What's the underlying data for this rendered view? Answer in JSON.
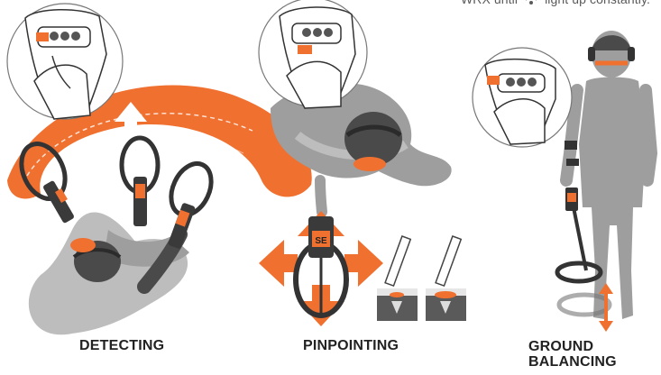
{
  "note": {
    "before_icon": "WRX until",
    "after_icon": "light up constantly."
  },
  "captions": {
    "detecting": "DETECTING",
    "pinpointing": "PINPOINTING",
    "ground_balancing_line1": "GROUND",
    "ground_balancing_line2": "BALANCING"
  },
  "device_readouts": {
    "pinpoint_display": "SE"
  },
  "colors": {
    "accent": "#f07030",
    "body_gray": "#8a8a8a",
    "dark": "#3a3a3a",
    "light_gray": "#bdbdbd"
  },
  "icons": [
    "wifi-icon",
    "up-arrow-icon",
    "cross-arrows-icon",
    "vertical-double-arrow-icon"
  ]
}
